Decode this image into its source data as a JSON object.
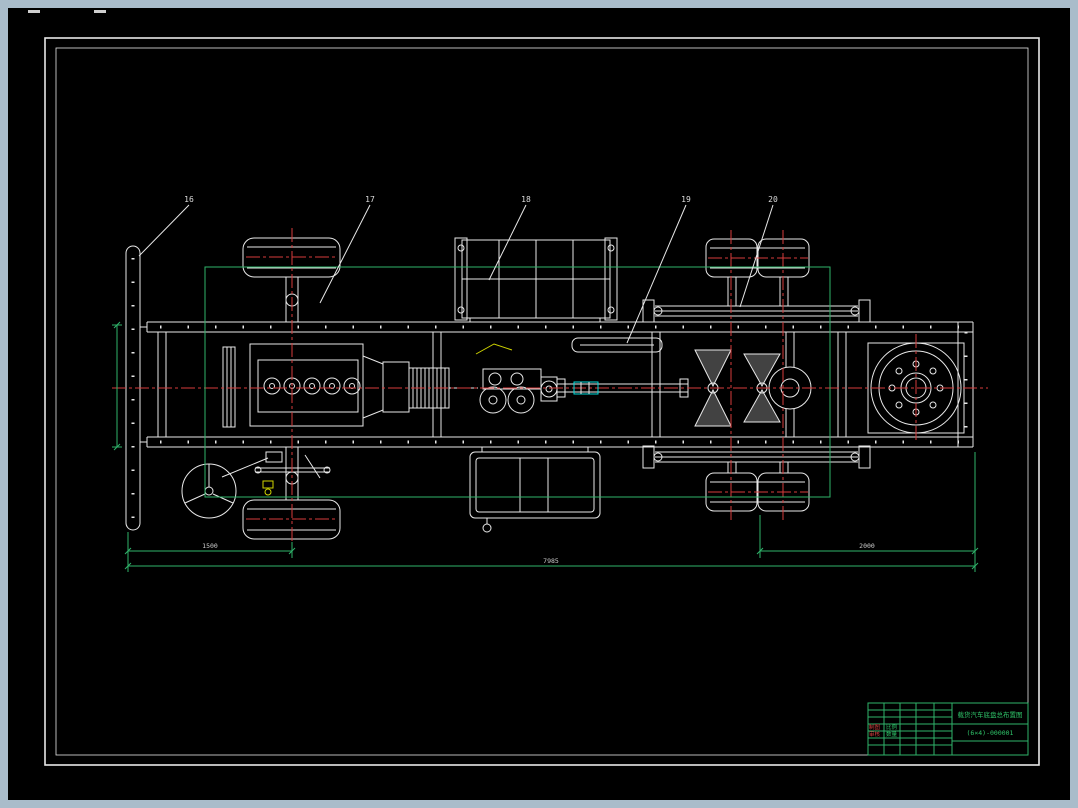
{
  "canvas": {
    "background": "#000000",
    "window_frame": "#a9bcca"
  },
  "drawing": {
    "type": "truck-chassis-top-view-cad",
    "part_labels": [
      {
        "id": "16"
      },
      {
        "id": "17"
      },
      {
        "id": "18"
      },
      {
        "id": "19"
      },
      {
        "id": "20"
      }
    ],
    "dimensions": {
      "front": "1500",
      "overall": "7985",
      "rear": "2000"
    },
    "colors": {
      "line": "#e8e8e8",
      "centerline_red": "#d63b3b",
      "annotation_green": "#2fb36a",
      "highlight_cyan": "#00dcdc",
      "accent_yellow": "#cfd400"
    }
  },
  "title_block": {
    "rows": [
      {
        "red": "制图",
        "green": "比例"
      },
      {
        "red": "审核",
        "green": "数量"
      }
    ],
    "title": "载货汽车底盘总布置图",
    "drawing_no": "(6×4)-000001"
  }
}
